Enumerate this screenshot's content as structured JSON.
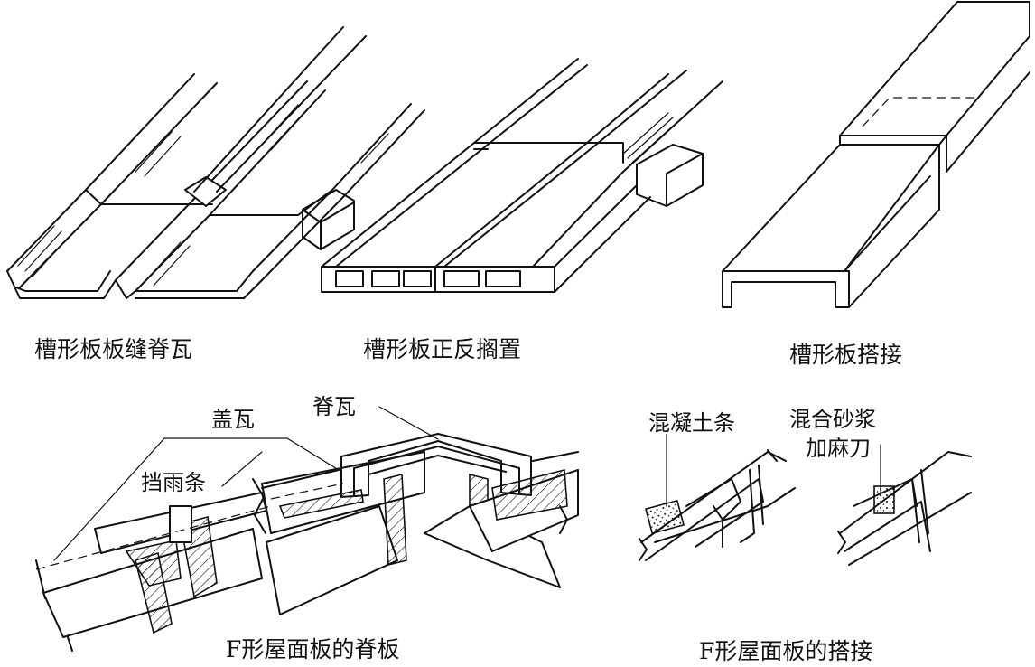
{
  "captions": {
    "trough_ridge": "槽形板板缝脊瓦",
    "trough_flip": "槽形板正反搁置",
    "trough_lap": "槽形板搭接",
    "f_ridge": "F形屋面板的脊板",
    "f_lap": "F形屋面板的搭接"
  },
  "labels": {
    "cover_tile": "盖瓦",
    "ridge_tile": "脊瓦",
    "rain_strip": "挡雨条",
    "concrete_strip": "混凝土条",
    "mortar_line1": "混合砂浆",
    "mortar_line2": "加麻刀"
  }
}
